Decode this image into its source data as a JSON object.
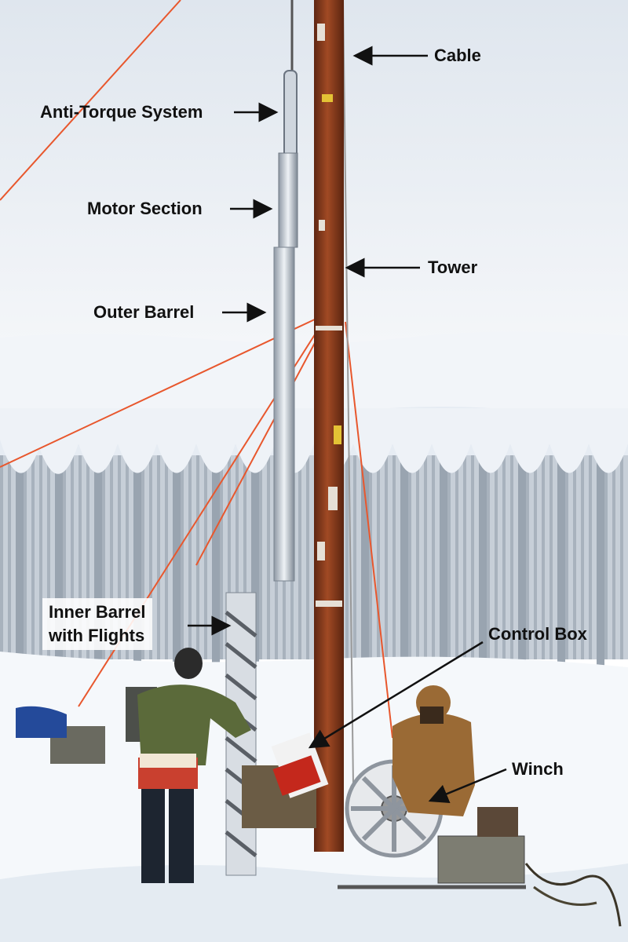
{
  "labels": {
    "cable": "Cable",
    "anti_torque": "Anti-Torque System",
    "motor_section": "Motor Section",
    "tower": "Tower",
    "outer_barrel": "Outer Barrel",
    "inner_barrel_line1": "Inner Barrel",
    "inner_barrel_line2": "with Flights",
    "control_box": "Control Box",
    "winch": "Winch"
  },
  "colors": {
    "sky": "#eef3f8",
    "snow": "#f4f7fb",
    "tower": "#8b3a1c",
    "drill_barrel": "#c9d3de",
    "fence": "#b7c0ca",
    "guy_rope": "#e8572d",
    "label_text": "#111111"
  }
}
